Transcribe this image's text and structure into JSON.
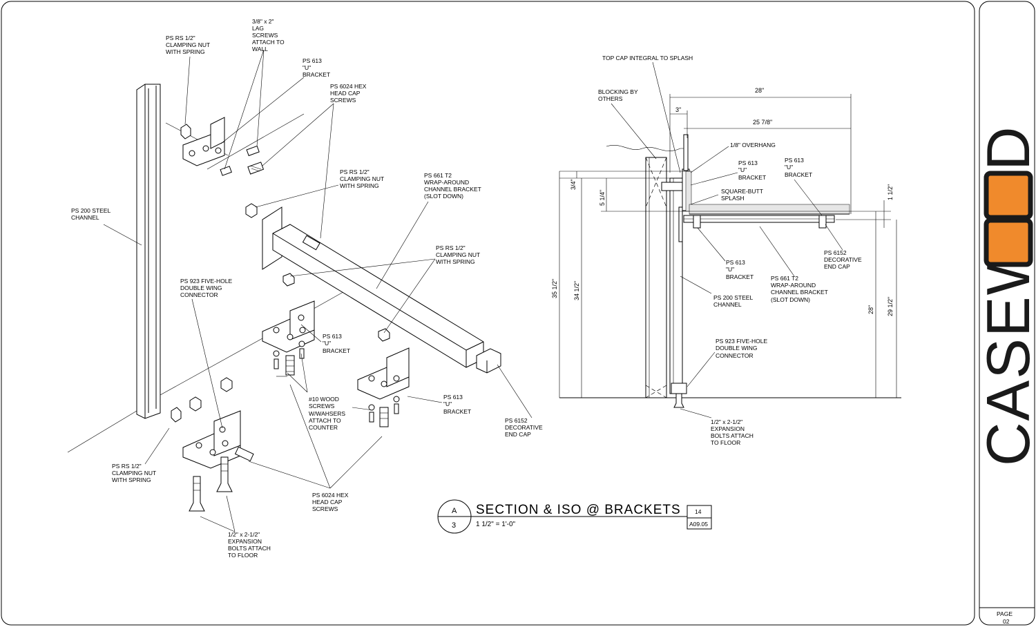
{
  "iso_labels": {
    "clamping_nut_top": [
      "PS RS 1/2\"",
      "CLAMPING NUT",
      "WITH SPRING"
    ],
    "lag_screws": [
      "3/8\" x 2\"",
      "LAG",
      "SCREWS",
      "ATTACH TO",
      "WALL"
    ],
    "u_bracket_top": [
      "PS 613",
      "\"U\"",
      "BRACKET"
    ],
    "hex_screws_top": [
      "PS 6024 HEX",
      "HEAD CAP",
      "SCREWS"
    ],
    "steel_channel": [
      "PS 200 STEEL",
      "CHANNEL"
    ],
    "clamping_nut_mid": [
      "PS RS 1/2\"",
      "CLAMPING NUT",
      "WITH SPRING"
    ],
    "wrap_bracket": [
      "PS 661 T2",
      "WRAP-AROUND",
      "CHANNEL BRACKET",
      "(SLOT DOWN)"
    ],
    "clamping_nut_right": [
      "PS RS 1/2\"",
      "CLAMPING NUT",
      "WITH SPRING"
    ],
    "five_hole_connector": [
      "PS 923 FIVE-HOLE",
      "DOUBLE WING",
      "CONNECTOR"
    ],
    "u_bracket_mid": [
      "PS 613",
      "\"U\"",
      "BRACKET"
    ],
    "wood_screws": [
      "#10 WOOD",
      "SCREWS",
      "W/WAHSERS",
      "ATTACH TO",
      "COUNTER"
    ],
    "u_bracket_right": [
      "PS 613",
      "\"U\"",
      "BRACKET"
    ],
    "end_cap_iso": [
      "PS 6152",
      "DECORATIVE",
      "END CAP"
    ],
    "clamping_nut_bottom": [
      "PS RS 1/2\"",
      "CLAMPING NUT",
      "WITH SPRING"
    ],
    "hex_screws_bottom": [
      "PS 6024 HEX",
      "HEAD CAP",
      "SCREWS"
    ],
    "expansion_bolts_iso": [
      "1/2\" x 2-1/2\"",
      "EXPANSION",
      "BOLTS ATTACH",
      "TO FLOOR"
    ]
  },
  "section_labels": {
    "top_cap": [
      "TOP CAP INTEGRAL TO SPLASH"
    ],
    "blocking": [
      "BLOCKING BY",
      "OTHERS"
    ],
    "overhang": [
      "1/8\" OVERHANG"
    ],
    "u_bracket_a": [
      "PS 613",
      "\"U\"",
      "BRACKET"
    ],
    "u_bracket_b": [
      "PS 613",
      "\"U\"",
      "BRACKET"
    ],
    "splash": [
      "SQUARE-BUTT",
      "SPLASH"
    ],
    "u_bracket_c": [
      "PS 613",
      "\"U\"",
      "BRACKET"
    ],
    "wrap_bracket": [
      "PS 661 T2",
      "WRAP-AROUND",
      "CHANNEL BRACKET",
      "(SLOT DOWN)"
    ],
    "end_cap": [
      "PS 6152",
      "DECORATIVE",
      "END CAP"
    ],
    "steel_channel": [
      "PS 200 STEEL",
      "CHANNEL"
    ],
    "five_hole_connector": [
      "PS 923 FIVE-HOLE",
      "DOUBLE WING",
      "CONNECTOR"
    ],
    "expansion_bolts": [
      "1/2\" x 2-1/2\"",
      "EXPANSION",
      "BOLTS ATTACH",
      "TO FLOOR"
    ]
  },
  "dimensions": {
    "d28_top": "28\"",
    "d3": "3\"",
    "d25_7_8": "25 7/8\"",
    "d3_4": "3/4\"",
    "d5_1_4": "5 1/4\"",
    "d1_1_2": "1 1/2\"",
    "d35_1_2": "35 1/2\"",
    "d34_1_2": "34 1/2\"",
    "d28_right": "28\"",
    "d29_1_2": "29 1/2\""
  },
  "title_block": {
    "detail_letter": "A",
    "sheet_number": "3",
    "title": "SECTION & ISO @ BRACKETS",
    "scale": "1 1/2\" = 1'-0\"",
    "ref_top": "14",
    "ref_bottom": "A09.05"
  },
  "logo": {
    "letters": "CASEW",
    "tail_letters": "D",
    "accent_color": "#f08a2c"
  },
  "page": {
    "label": "PAGE",
    "number": "02"
  }
}
